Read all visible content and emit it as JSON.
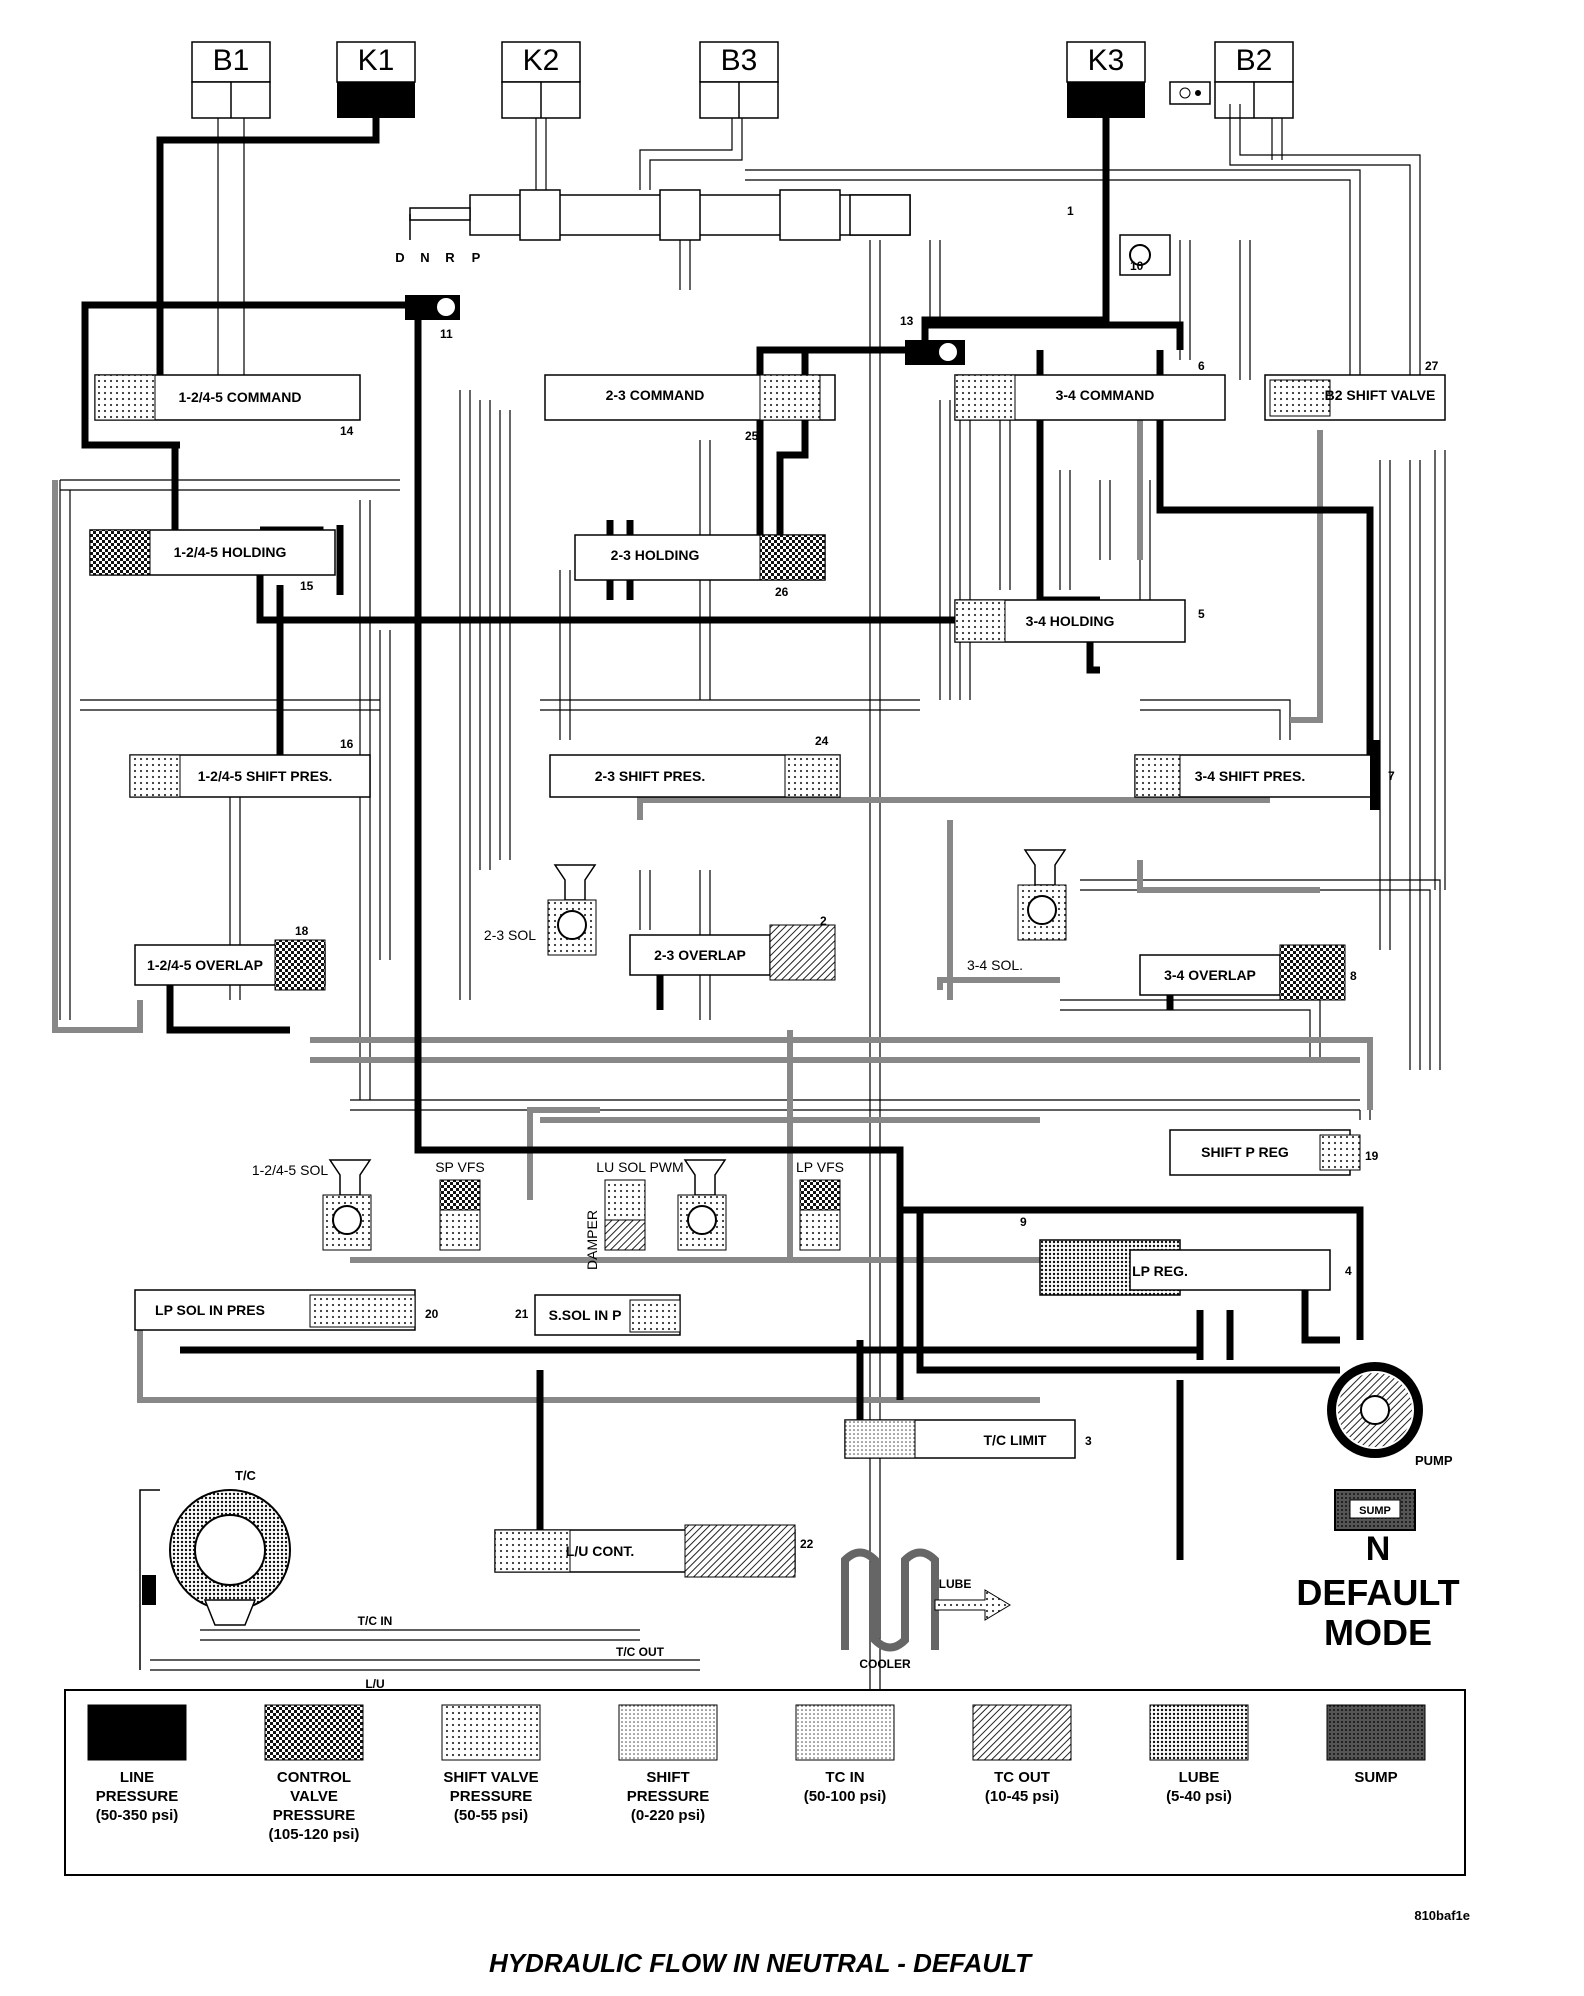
{
  "clutches": [
    "B1",
    "K1",
    "K2",
    "B3",
    "K3",
    "B2"
  ],
  "selector_positions": [
    "D",
    "N",
    "R",
    "P"
  ],
  "valves": {
    "cmd_1245": "1-2/4-5 COMMAND",
    "cmd_23": "2-3 COMMAND",
    "cmd_34": "3-4 COMMAND",
    "b2_shift": "B2 SHIFT VALVE",
    "hold_1245": "1-2/4-5 HOLDING",
    "hold_23": "2-3 HOLDING",
    "hold_34": "3-4 HOLDING",
    "shift_1245": "1-2/4-5 SHIFT PRES.",
    "shift_23": "2-3 SHIFT PRES.",
    "shift_34": "3-4 SHIFT PRES.",
    "overlap_1245": "1-2/4-5 OVERLAP",
    "overlap_23": "2-3 OVERLAP",
    "overlap_34": "3-4 OVERLAP",
    "shift_p_reg": "SHIFT P REG",
    "lp_reg": "LP REG.",
    "lp_sol_in": "LP SOL IN PRES",
    "s_sol_in": "S.SOL IN P",
    "tc_limit": "T/C LIMIT",
    "lu_cont": "L/U CONT."
  },
  "solenoids": {
    "sol_23": "2-3 SOL",
    "sol_34": "3-4 SOL.",
    "sol_1245": "1-2/4-5 SOL",
    "sp_vfs": "SP VFS",
    "lu_sol": "LU SOL PWM",
    "damper": "DAMPER",
    "lp_vfs": "LP VFS"
  },
  "component_numbers": [
    "1",
    "2",
    "3",
    "4",
    "5",
    "6",
    "7",
    "8",
    "9",
    "10",
    "11",
    "13",
    "14",
    "15",
    "16",
    "18",
    "19",
    "20",
    "21",
    "22",
    "24",
    "25",
    "26",
    "27"
  ],
  "other_labels": {
    "pump": "PUMP",
    "sump": "SUMP",
    "tc": "T/C",
    "tc_in": "T/C IN",
    "tc_out": "T/C OUT",
    "lu": "L/U",
    "cooler": "COOLER",
    "lube": "LUBE"
  },
  "mode": {
    "gear": "N",
    "line1": "DEFAULT",
    "line2": "MODE"
  },
  "legend": [
    {
      "name": "LINE PRESSURE (50-350 psi)",
      "color": "#000000",
      "line1": "LINE",
      "line2": "PRESSURE",
      "line3": "(50-350 psi)",
      "line4": ""
    },
    {
      "name": "CONTROL VALVE PRESSURE (105-120 psi)",
      "color": "#6a6a6a",
      "line1": "CONTROL",
      "line2": "VALVE",
      "line3": "PRESSURE",
      "line4": "(105-120 psi)"
    },
    {
      "name": "SHIFT VALVE PRESSURE (50-55 psi)",
      "color": "#9a9a9a",
      "line1": "SHIFT VALVE",
      "line2": "PRESSURE",
      "line3": "(50-55 psi)",
      "line4": ""
    },
    {
      "name": "SHIFT PRESSURE (0-220 psi)",
      "color": "#c4c4c4",
      "line1": "SHIFT",
      "line2": "PRESSURE",
      "line3": "(0-220 psi)",
      "line4": ""
    },
    {
      "name": "TC IN (50-100 psi)",
      "color": "#d6d6d6",
      "line1": "TC IN",
      "line2": "(50-100 psi)",
      "line3": "",
      "line4": ""
    },
    {
      "name": "TC OUT (10-45 psi)",
      "color": "#8c8c8c",
      "line1": "TC OUT",
      "line2": "(10-45 psi)",
      "line3": "",
      "line4": ""
    },
    {
      "name": "LUBE (5-40 psi)",
      "color": "#707070",
      "line1": "LUBE",
      "line2": "(5-40 psi)",
      "line3": "",
      "line4": ""
    },
    {
      "name": "SUMP",
      "color": "#3e3e3e",
      "line1": "SUMP",
      "line2": "",
      "line3": "",
      "line4": ""
    }
  ],
  "figure_ref": "810baf1e",
  "caption": "HYDRAULIC FLOW IN NEUTRAL - DEFAULT"
}
